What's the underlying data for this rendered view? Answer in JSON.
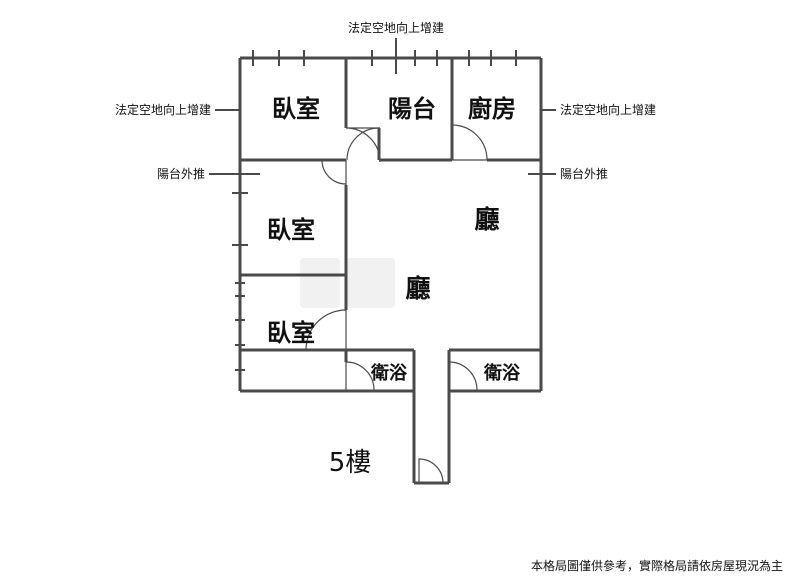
{
  "rooms": {
    "bedroom_top": "臥室",
    "balcony": "陽台",
    "kitchen": "廚房",
    "living_upper": "廳",
    "bedroom_middle": "臥室",
    "living_lower": "廳",
    "bedroom_bottom": "臥室",
    "bathroom_left": "衛浴",
    "bathroom_right": "衛浴"
  },
  "annotations": {
    "top_extension": "法定空地向上增建",
    "left_extension": "法定空地向上增建",
    "right_extension": "法定空地向上增建",
    "left_balcony_push": "陽台外推",
    "right_balcony_push": "陽台外推"
  },
  "floor_label": "5樓",
  "disclaimer": "本格局圖僅供參考，實際格局請依房屋現況為主"
}
